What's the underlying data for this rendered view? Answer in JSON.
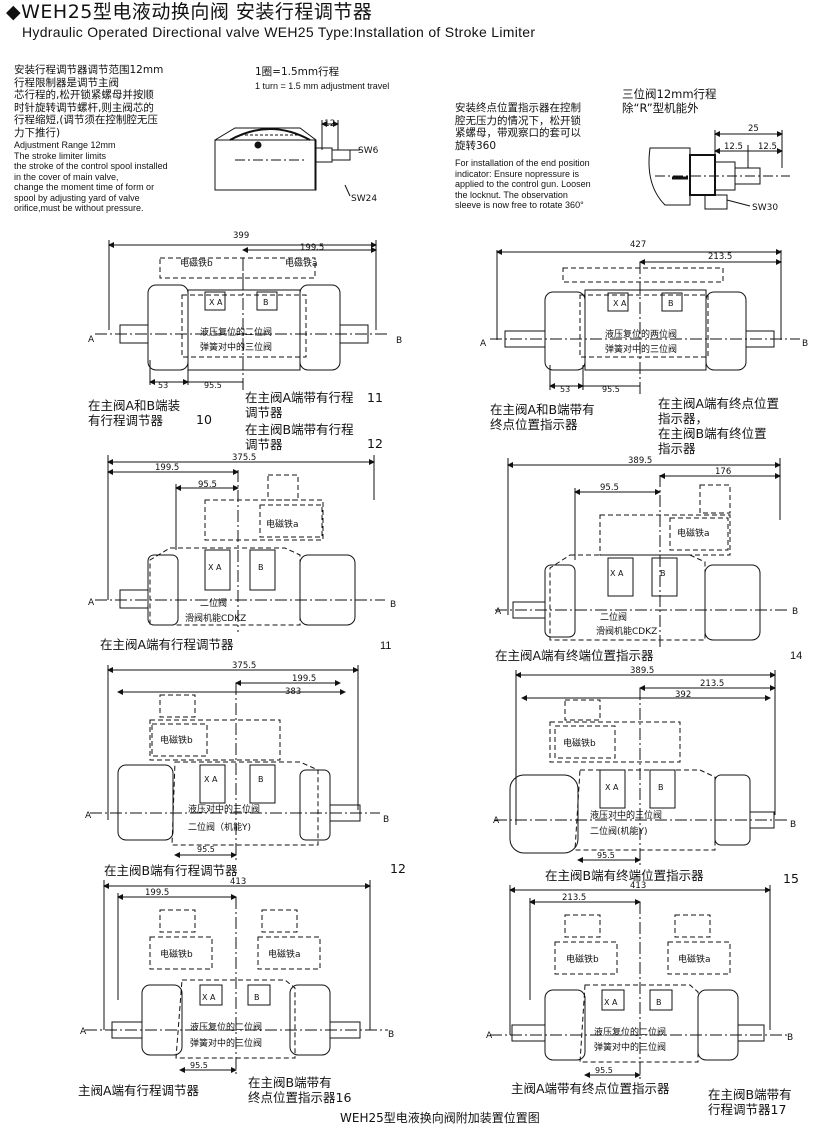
{
  "header": {
    "title": "◆WEH25型电液动换向阀 安装行程调节器",
    "subtitle": "Hydraulic Operated Directional valve WEH25 Type:Installation of Stroke Limiter"
  },
  "notes": {
    "stroke_cn": "安装行程调节器调节范围12mm\n行程限制器是调节主阀\n芯行程的,松开锁紧螺母并按顺\n时针旋转调节螺杆,则主阀芯的\n行程缩短,(调节须在控制腔无压\n力下推行)",
    "stroke_en": "Adjustment Range 12mm\nThe stroke limiter limits\nthe stroke of the control spool installed\nin the cover of main valve,\nchange the moment time of form or\nspool by adjusting yard of valve\norifice,must be without pressure.",
    "turn_cn": "1圈=1.5mm行程",
    "turn_en": "1 turn = 1.5 mm adjustment travel",
    "indicator_cn": "安装终点位置指示器在控制\n腔无压力的情况下，松开锁\n紧螺母，带观察口的套可以\n旋转360",
    "indicator_en": "For installation of the end position\nindicator: Ensure nopressure is\napplied to the control gun. Loosen\nthe locknut. The observation\nsleeve is now free to rotate 360°",
    "threepos_cn": "三位阀12mm行程\n除“R”型机能外"
  },
  "detail_dims": {
    "d12": "12",
    "sw6": "SW6",
    "sw24": "SW24",
    "d25": "25",
    "d125a": "12.5",
    "d125b": "12.5",
    "sw30": "SW30"
  },
  "common": {
    "port_a": "A",
    "port_b": "B",
    "xa": "X A",
    "b": "B",
    "sol_a": "电磁铁a",
    "sol_b": "电磁铁b",
    "two_pos_return": "液压复位的二位阀",
    "three_pos_spring": "弹簧对中的三位阀",
    "two_pos_return2": "液压复位的两位阀",
    "three_pos_center": "弹簧对中的三位阀",
    "hyd_center_three": "液压对中的三位阀",
    "two_pos_y": "二位阀（机能Y)",
    "two_pos_y2": "二位阀(机能Y)",
    "two_pos": "二位阀",
    "slide_cdkz": "滑阀机能CDKZ"
  },
  "dims": {
    "d399": "399",
    "d1995": "199.5",
    "d53": "53",
    "d955": "95.5",
    "d427": "427",
    "d2135": "213.5",
    "d3755": "375.5",
    "d3895": "389.5",
    "d176": "176",
    "d383": "383",
    "d392": "392",
    "d413": "413"
  },
  "captions": {
    "c1": "在主阀A和B端装\n有行程调节器",
    "c1n": "10",
    "c2": "在主阀A端带有行程\n调节器",
    "c2n": "11",
    "c3": "在主阀B端带有行程\n调节器",
    "c3n": "12",
    "c4": "在主阀A和B端带有\n终点位置指示器",
    "c5": "在主阀A端有终点位置\n指示器，\n在主阀B端有终位置\n指示器",
    "c6": "在主阀A端有行程调节器",
    "c6n": "11",
    "c7": "在主阀A端有终端位置指示器",
    "c7n": "14",
    "c8": "在主阀B端有行程调节器",
    "c8n": "12",
    "c9": "在主阀B端有终端位置指示器",
    "c9n": "15",
    "c10": "主阀A端有行程调节器",
    "c11": "在主阀B端带有\n终点位置指示器16",
    "c12": "主阀A端带有终点位置指示器",
    "c13": "在主阀B端带有\n行程调节器17",
    "footer": "WEH25型电液换向阀附加装置位置图"
  }
}
